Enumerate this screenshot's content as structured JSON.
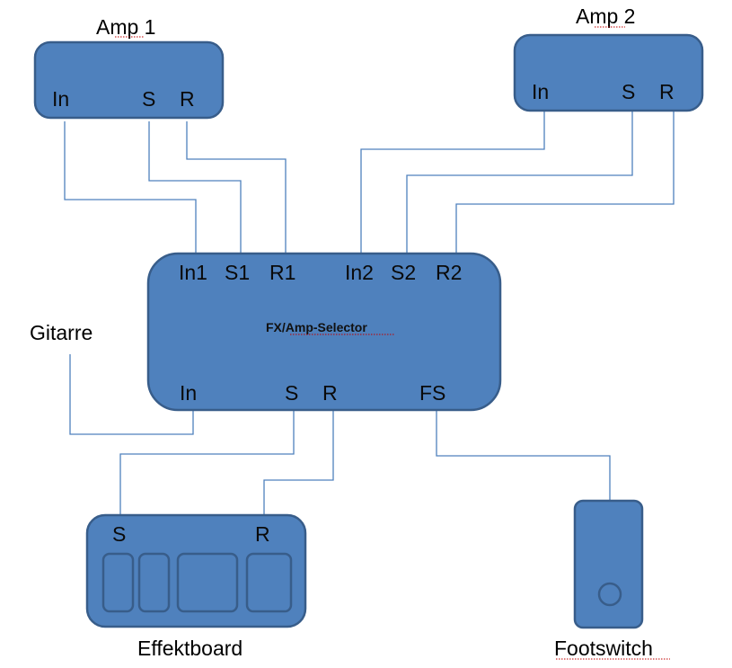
{
  "amp1": {
    "title": "Amp 1",
    "in": "In",
    "send": "S",
    "return": "R"
  },
  "amp2": {
    "title": "Amp 2",
    "in": "In",
    "send": "S",
    "return": "R"
  },
  "selector": {
    "title": "FX/Amp-Selector",
    "top_ports": [
      "In1",
      "S1",
      "R1",
      "In2",
      "S2",
      "R2"
    ],
    "bottom_ports": [
      "In",
      "S",
      "R",
      "FS"
    ]
  },
  "guitar": {
    "label": "Gitarre"
  },
  "effectboard": {
    "title": "Effektboard",
    "send": "S",
    "return": "R"
  },
  "footswitch": {
    "title": "Footswitch"
  },
  "colors": {
    "box_fill": "#4f81bd",
    "box_stroke": "#385d8a",
    "wire": "#4f81bd"
  }
}
